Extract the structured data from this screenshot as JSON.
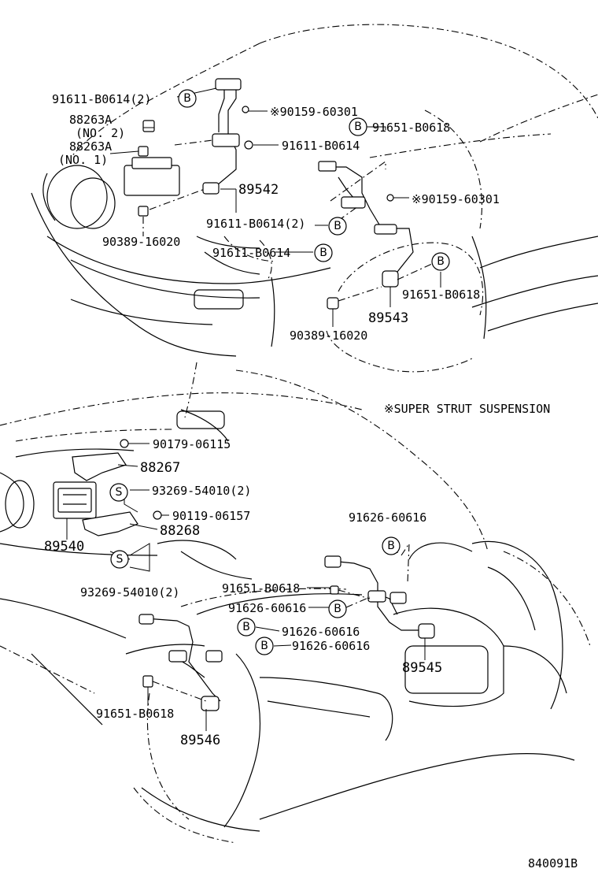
{
  "diagram": {
    "drawing_id": "840091B",
    "note": "※SUPER STRUT SUSPENSION",
    "symbols": {
      "b": "B",
      "s": "S"
    },
    "labels": {
      "p91611_b0614_2_top": "91611-B0614(2)",
      "p90159_60301_a": "※90159-60301",
      "p88263a_no2": "88263A",
      "no2": "(NO. 2)",
      "p91651_b0618_a": "91651-B0618",
      "p88263a_no1": "88263A",
      "no1": "(NO. 1)",
      "p91611_b0614_a": "91611-B0614",
      "p89542": "89542",
      "p90159_60301_b": "※90159-60301",
      "p91611_b0614_2_mid": "91611-B0614(2)",
      "p90389_16020_a": "90389-16020",
      "p91611_b0614_b": "91611-B0614",
      "p91651_b0618_b": "91651-B0618",
      "p89543": "89543",
      "p90389_16020_b": "90389-16020",
      "p90179_06115": "90179-06115",
      "p88267": "88267",
      "p93269_54010_a": "93269-54010(2)",
      "p90119_06157": "90119-06157",
      "p88268": "88268",
      "p89540": "89540",
      "p93269_54010_b": "93269-54010(2)",
      "p91626_60616_top": "91626-60616",
      "p91651_b0618_c": "91651-B0618",
      "p91626_60616_a": "91626-60616",
      "p91626_60616_b": "91626-60616",
      "p91626_60616_c": "91626-60616",
      "p89545": "89545",
      "p91651_b0618_d": "91651-B0618",
      "p89546": "89546"
    }
  }
}
